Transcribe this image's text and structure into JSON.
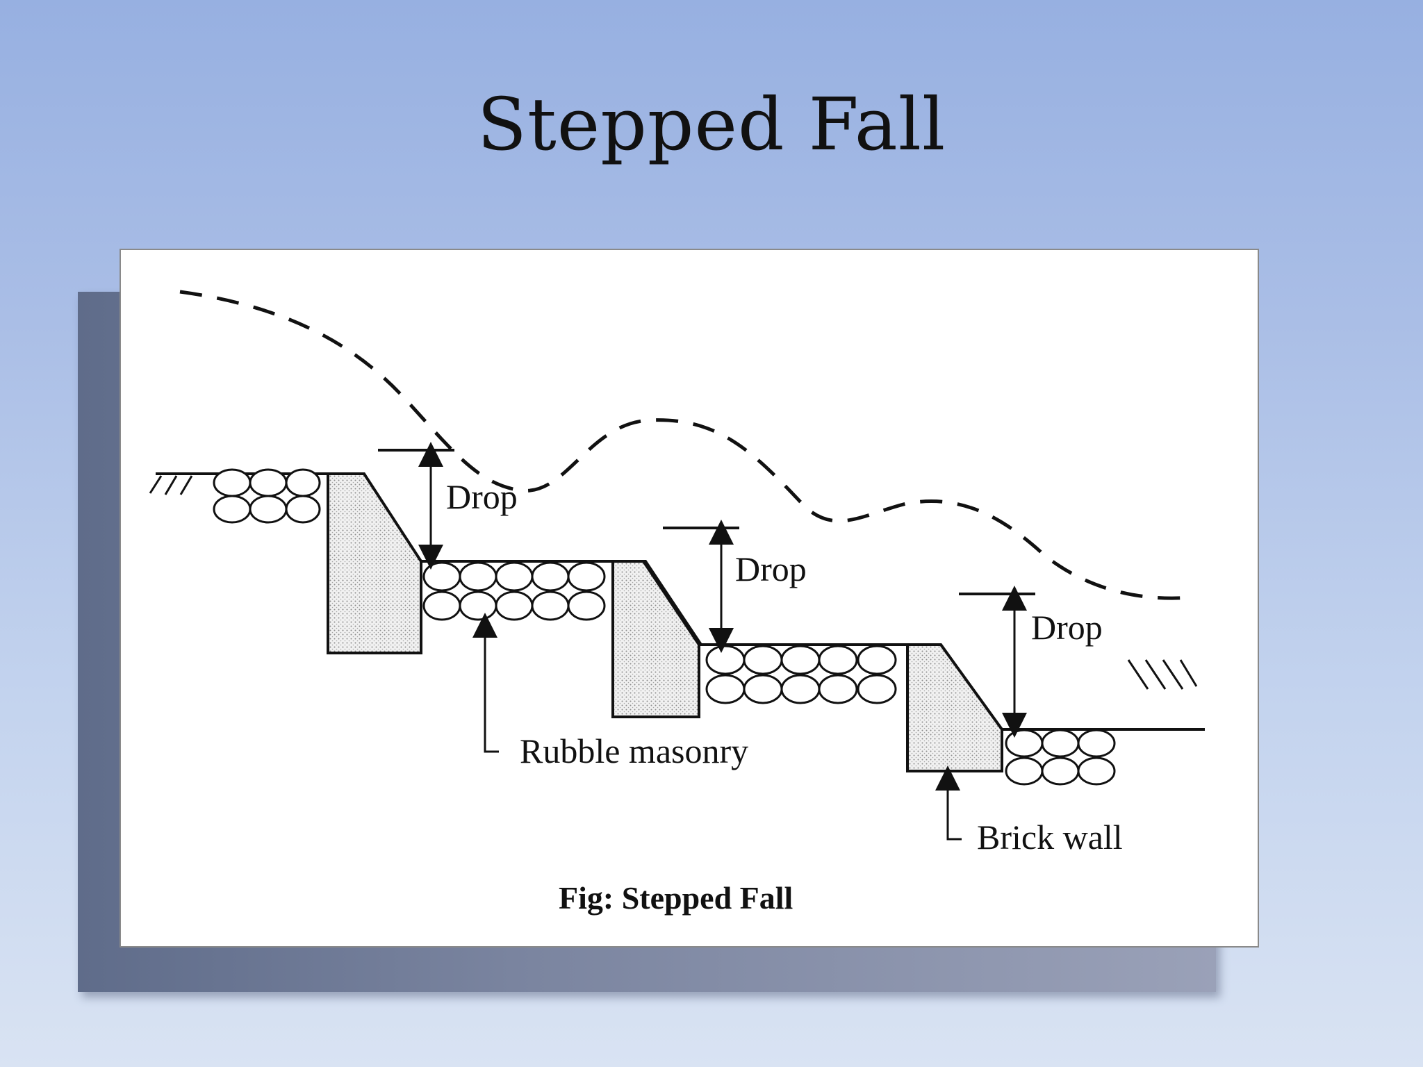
{
  "title": "Stepped Fall",
  "figure": {
    "labels": {
      "drop": "Drop",
      "rubble": "Rubble masonry",
      "brick": "Brick wall",
      "caption": "Fig: Stepped Fall"
    }
  }
}
